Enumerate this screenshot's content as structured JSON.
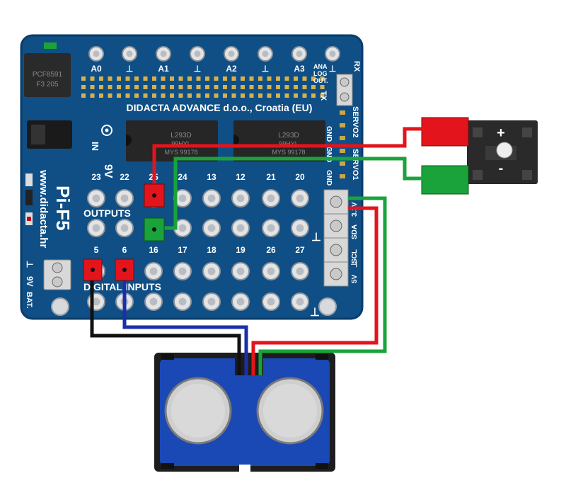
{
  "board": {
    "company": "DIDACTA  ADVANCE d.o.o., Croatia (EU)",
    "model": "Pi-F5",
    "website": "www.didacta.hr",
    "adc_chip": [
      "PCF8591",
      "F3 205"
    ],
    "driver_chip_1": [
      "L293D",
      "99HYL",
      "MYS  99178"
    ],
    "driver_chip_2": [
      "L293D",
      "99HYL",
      "MYS  99178"
    ],
    "power_in_label": "9V",
    "power_in_sub": "IN",
    "battery_label": "9V",
    "battery_sub": "BAT.",
    "outputs_label": "OUTPUTS",
    "inputs_label": "DIGITAL INPUTS",
    "analog_header": [
      "A0",
      "⊥",
      "A1",
      "⊥",
      "A2",
      "⊥",
      "A3",
      "⊥"
    ],
    "outputs_top": [
      "23",
      "22",
      "25",
      "24",
      "13",
      "12",
      "21",
      "20"
    ],
    "outputs_bottom": [
      "16",
      "17",
      "18",
      "19",
      "26",
      "27"
    ],
    "inputs_top": [
      "5",
      "6"
    ],
    "ground_symbol": "⊥",
    "serial": {
      "ana": "ANA",
      "log": "LOG",
      "out": "OUT.",
      "rx": "RX",
      "tx": "TX"
    },
    "servo_labels": [
      "GND",
      "SERVO2",
      "GND",
      "SERVO1",
      "GND"
    ],
    "i2c_labels": [
      "3.3V",
      "SDA",
      "SCL",
      "5V",
      "⊥"
    ]
  },
  "buzzer": {
    "plus": "+",
    "minus": "-"
  },
  "colors": {
    "board": "#0f4f86",
    "board_dark": "#0a3d6a",
    "wire_red": "#e3141b",
    "wire_green": "#1aa33a",
    "wire_blue": "#1b2fa8",
    "wire_black": "#111111",
    "sensor": "#1a48b5"
  }
}
